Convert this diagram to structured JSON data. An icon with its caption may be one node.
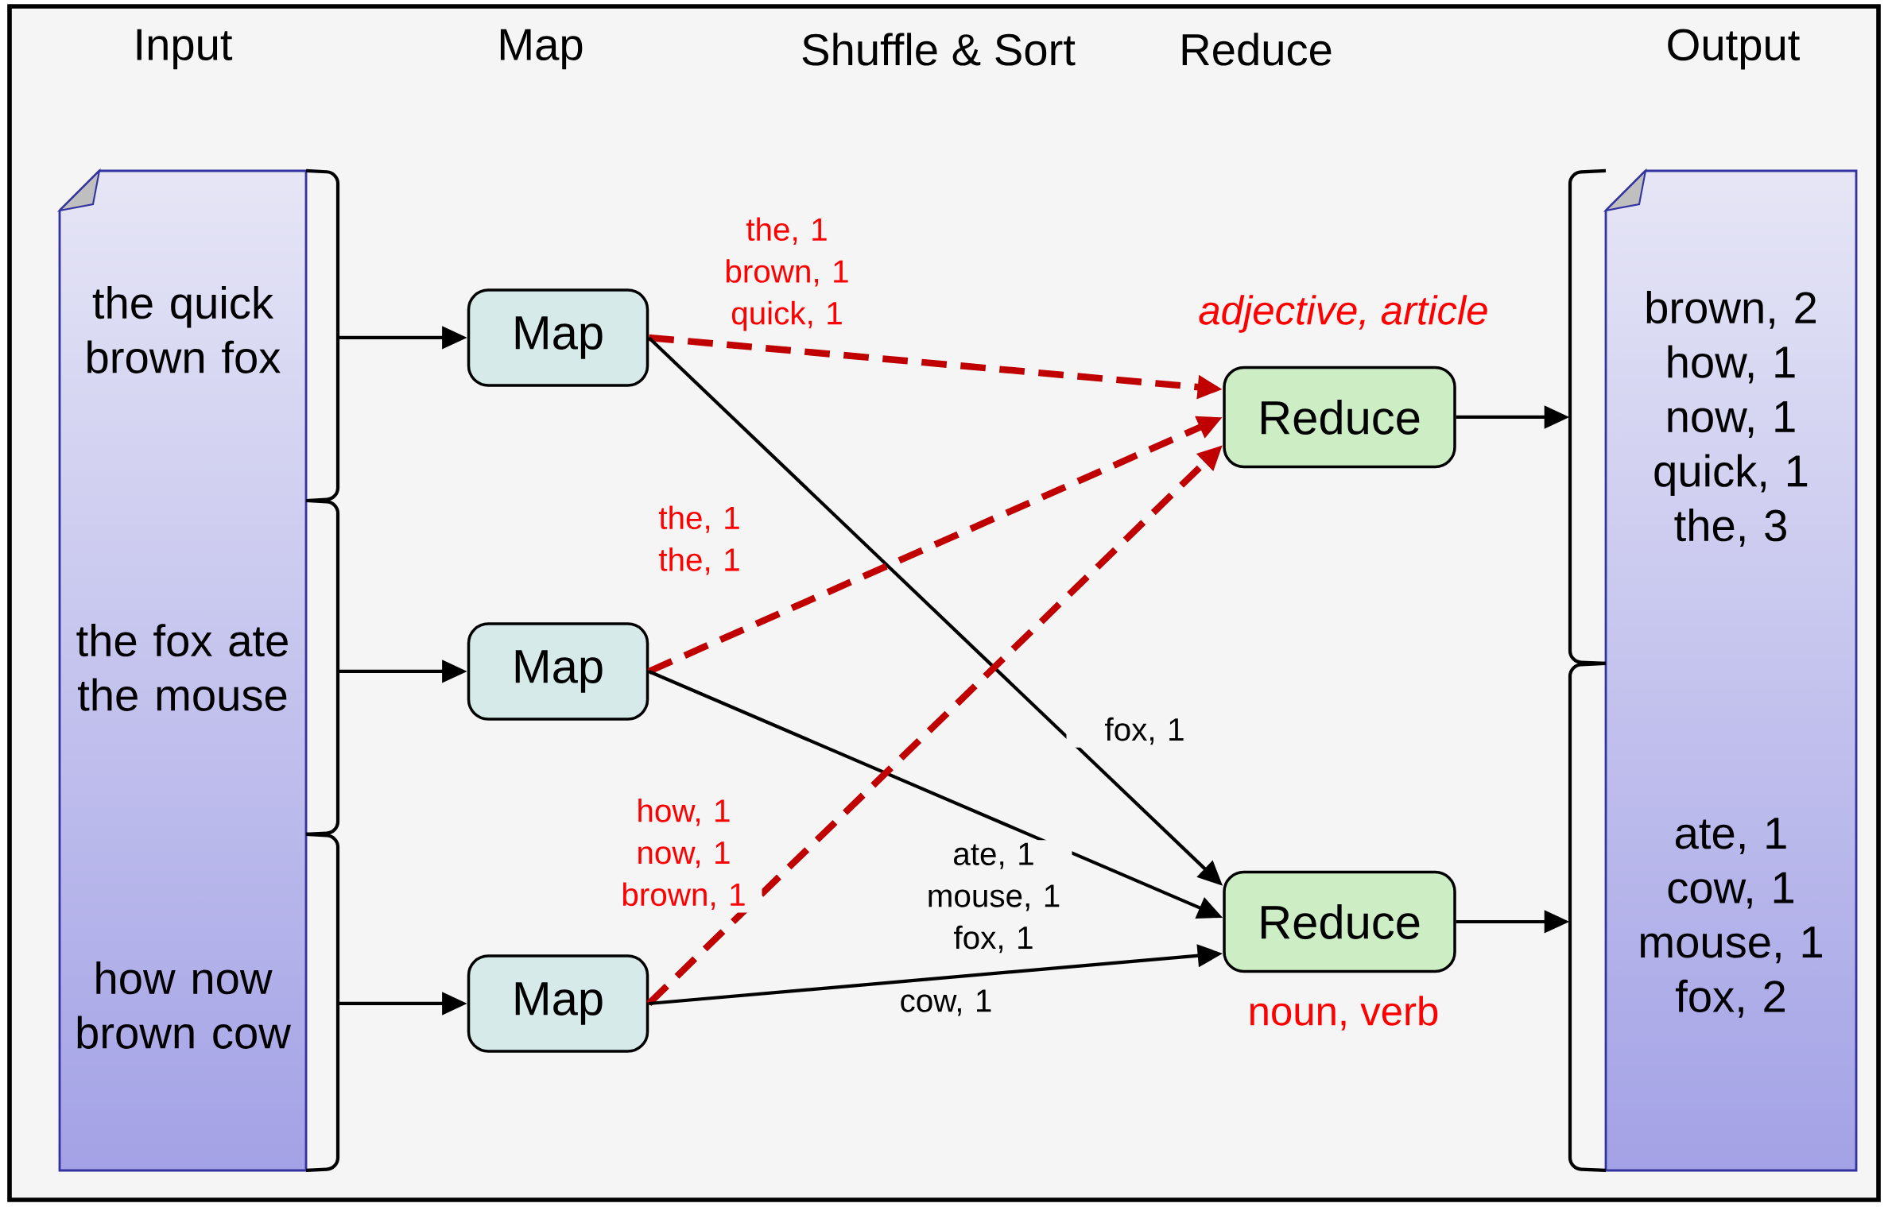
{
  "diagram": {
    "nodes": [
      {
        "text": [
          "the quick brown fox",
          "the fox ate the mouse",
          "how now brown cow"
        ]
      },
      {
        "text": [
          "Map"
        ]
      },
      {
        "text": [
          "Map"
        ]
      },
      {
        "text": [
          "Map"
        ]
      },
      {
        "text": [
          "Reduce"
        ],
        "beside": [
          "adjective, article"
        ]
      },
      {
        "text": [
          "Reduce"
        ],
        "beside": [
          "noun, verb"
        ]
      },
      {
        "text": [
          "brown, 2 how, 1 now, 1 quick, 1 the, 3",
          "ate, 1 cow, 1 mouse, 1 fox, 2"
        ]
      }
    ],
    "edges": [
      {
        "from": 0,
        "to": 1,
        "arrow": "to"
      },
      {
        "from": 0,
        "to": 2,
        "arrow": "to"
      },
      {
        "from": 0,
        "to": 3,
        "arrow": "to"
      },
      {
        "from": 1,
        "to": 4,
        "arrow": "to",
        "label": "the, 1 brown, 1 quick, 1",
        "style": "dashed",
        "color": "#c00000"
      },
      {
        "from": 1,
        "to": 5,
        "arrow": "to",
        "label": "fox, 1"
      },
      {
        "from": 2,
        "to": 4,
        "arrow": "to",
        "label": "the, 1 the, 1",
        "style": "dashed",
        "color": "#c00000"
      },
      {
        "from": 2,
        "to": 5,
        "arrow": "to",
        "label": "ate, 1 mouse, 1 fox, 1"
      },
      {
        "from": 3,
        "to": 4,
        "arrow": "to",
        "label": "how, 1 now, 1 brown, 1",
        "style": "dashed",
        "color": "#c00000"
      },
      {
        "from": 3,
        "to": 5,
        "arrow": "to",
        "label": "cow, 1"
      },
      {
        "from": 4,
        "to": 6,
        "arrow": "to"
      },
      {
        "from": 5,
        "to": 6,
        "arrow": "to"
      }
    ],
    "labels": [
      "Input",
      "Map",
      "Shuffle & Sort",
      "Reduce",
      "Output"
    ]
  }
}
